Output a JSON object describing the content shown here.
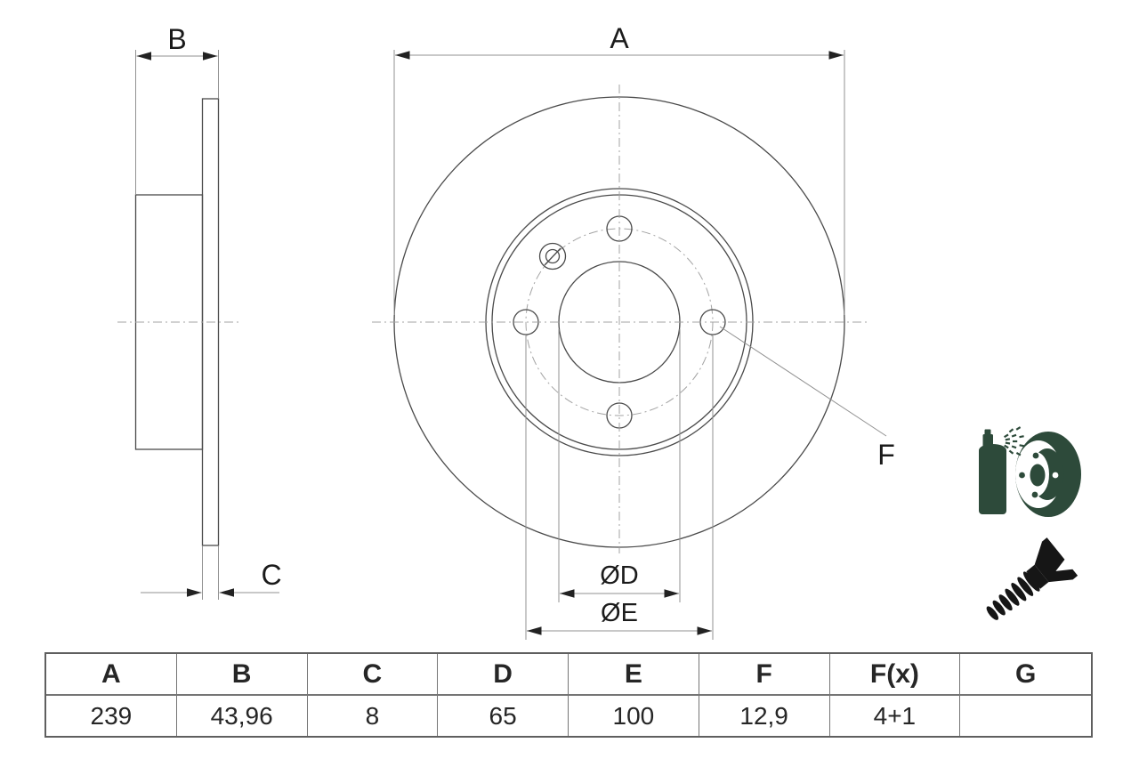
{
  "drawing": {
    "labels": {
      "a": "A",
      "b": "B",
      "c": "C",
      "f": "F",
      "d_diameter": "ØD",
      "e_diameter": "ØE"
    }
  },
  "icons": {
    "spray_coating_color": "#2d4a3a",
    "screw_color": "#161616"
  },
  "table": {
    "headers": [
      "A",
      "B",
      "C",
      "D",
      "E",
      "F",
      "F(x)",
      "G"
    ],
    "values": [
      "239",
      "43,96",
      "8",
      "65",
      "100",
      "12,9",
      "4+1",
      ""
    ]
  }
}
